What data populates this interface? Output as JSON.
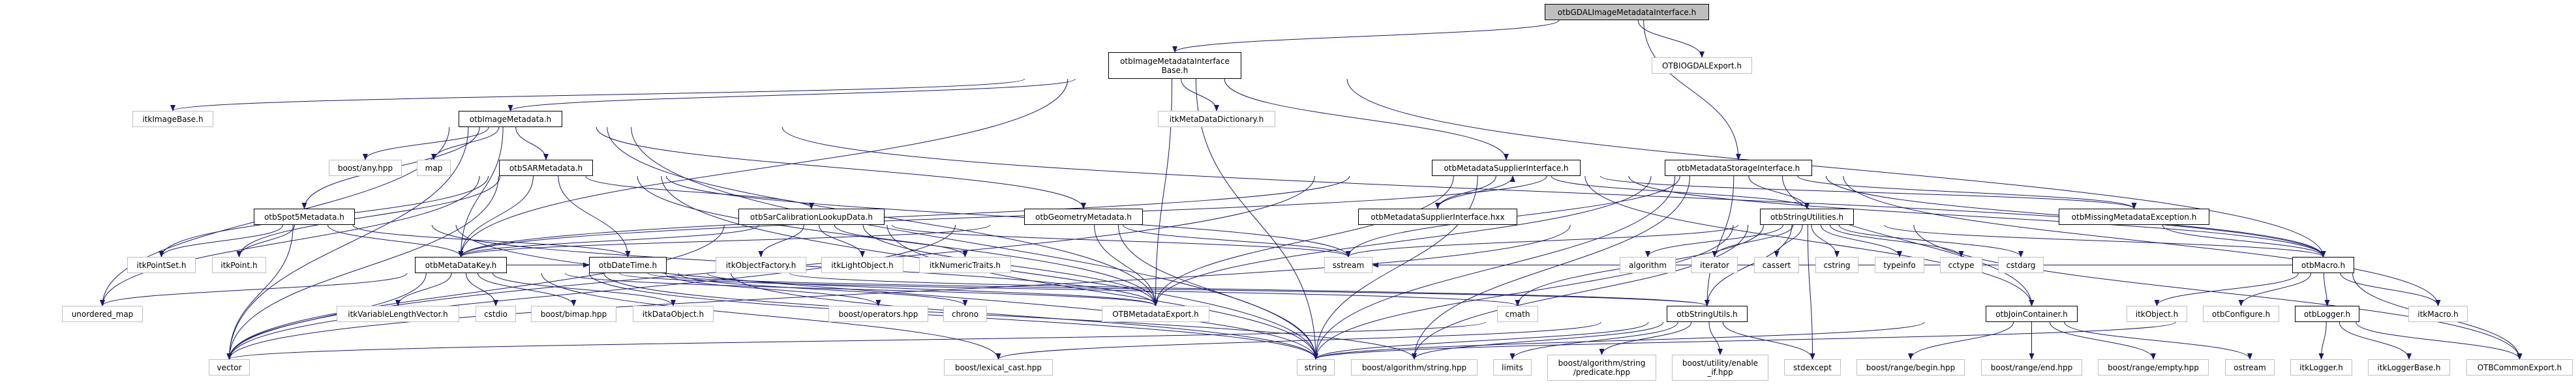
{
  "colors": {
    "edge": "#191970",
    "root_fill": "#bfbfbf",
    "internal_border": "#000000",
    "external_border": "#bfbfbf"
  },
  "nodes": [
    {
      "label": "otbGDALImageMetadataInterface.h",
      "kind": "root"
    },
    {
      "label": "otbImageMetadataInterface\nBase.h",
      "kind": "internal"
    },
    {
      "label": "OTBIOGDALExport.h",
      "kind": "external"
    },
    {
      "label": "otbMetadataStorageInterface.h",
      "kind": "internal"
    },
    {
      "label": "itkImageBase.h",
      "kind": "external"
    },
    {
      "label": "otbImageMetadata.h",
      "kind": "internal"
    },
    {
      "label": "itkMetaDataDictionary.h",
      "kind": "external"
    },
    {
      "label": "otbMetadataSupplierInterface.h",
      "kind": "internal"
    },
    {
      "label": "boost/any.hpp",
      "kind": "external"
    },
    {
      "label": "map",
      "kind": "external"
    },
    {
      "label": "otbSARMetadata.h",
      "kind": "internal"
    },
    {
      "label": "otbSpot5Metadata.h",
      "kind": "internal"
    },
    {
      "label": "otbSarCalibrationLookupData.h",
      "kind": "internal"
    },
    {
      "label": "otbGeometryMetadata.h",
      "kind": "internal"
    },
    {
      "label": "otbMetadataSupplierInterface.hxx",
      "kind": "internal"
    },
    {
      "label": "otbStringUtilities.h",
      "kind": "internal"
    },
    {
      "label": "otbMissingMetadataException.h",
      "kind": "internal"
    },
    {
      "label": "itkPointSet.h",
      "kind": "external"
    },
    {
      "label": "itkPoint.h",
      "kind": "external"
    },
    {
      "label": "otbMetaDataKey.h",
      "kind": "internal"
    },
    {
      "label": "otbDateTime.h",
      "kind": "internal"
    },
    {
      "label": "itkObjectFactory.h",
      "kind": "external"
    },
    {
      "label": "itkLightObject.h",
      "kind": "external"
    },
    {
      "label": "itkNumericTraits.h",
      "kind": "external"
    },
    {
      "label": "sstream",
      "kind": "external"
    },
    {
      "label": "algorithm",
      "kind": "external"
    },
    {
      "label": "iterator",
      "kind": "external"
    },
    {
      "label": "cassert",
      "kind": "external"
    },
    {
      "label": "cstring",
      "kind": "external"
    },
    {
      "label": "typeinfo",
      "kind": "external"
    },
    {
      "label": "cctype",
      "kind": "external"
    },
    {
      "label": "cstdarg",
      "kind": "external"
    },
    {
      "label": "otbMacro.h",
      "kind": "internal"
    },
    {
      "label": "unordered_map",
      "kind": "external"
    },
    {
      "label": "itkVariableLengthVector.h",
      "kind": "external"
    },
    {
      "label": "cstdio",
      "kind": "external"
    },
    {
      "label": "boost/bimap.hpp",
      "kind": "external"
    },
    {
      "label": "itkDataObject.h",
      "kind": "external"
    },
    {
      "label": "boost/operators.hpp",
      "kind": "external"
    },
    {
      "label": "chrono",
      "kind": "external"
    },
    {
      "label": "OTBMetadataExport.h",
      "kind": "external"
    },
    {
      "label": "cmath",
      "kind": "external"
    },
    {
      "label": "otbStringUtils.h",
      "kind": "internal"
    },
    {
      "label": "otbJoinContainer.h",
      "kind": "internal"
    },
    {
      "label": "itkObject.h",
      "kind": "external"
    },
    {
      "label": "otbConfigure.h",
      "kind": "external"
    },
    {
      "label": "otbLogger.h",
      "kind": "internal"
    },
    {
      "label": "itkMacro.h",
      "kind": "external"
    },
    {
      "label": "vector",
      "kind": "external"
    },
    {
      "label": "boost/lexical_cast.hpp",
      "kind": "external"
    },
    {
      "label": "string",
      "kind": "external"
    },
    {
      "label": "boost/algorithm/string.hpp",
      "kind": "external"
    },
    {
      "label": "limits",
      "kind": "external"
    },
    {
      "label": "boost/algorithm/string\n/predicate.hpp",
      "kind": "external"
    },
    {
      "label": "boost/utility/enable\n_if.hpp",
      "kind": "external"
    },
    {
      "label": "stdexcept",
      "kind": "external"
    },
    {
      "label": "boost/range/begin.hpp",
      "kind": "external"
    },
    {
      "label": "boost/range/end.hpp",
      "kind": "external"
    },
    {
      "label": "boost/range/empty.hpp",
      "kind": "external"
    },
    {
      "label": "ostream",
      "kind": "external"
    },
    {
      "label": "itkLogger.h",
      "kind": "external"
    },
    {
      "label": "itkLoggerBase.h",
      "kind": "external"
    },
    {
      "label": "OTBCommonExport.h",
      "kind": "external"
    }
  ],
  "edges": [
    [
      0,
      1
    ],
    [
      0,
      2
    ],
    [
      0,
      3
    ],
    [
      1,
      4
    ],
    [
      1,
      5
    ],
    [
      1,
      6
    ],
    [
      1,
      40
    ],
    [
      1,
      7
    ],
    [
      1,
      50
    ],
    [
      1,
      32
    ],
    [
      1,
      19
    ],
    [
      5,
      8
    ],
    [
      5,
      9
    ],
    [
      5,
      10
    ],
    [
      5,
      11
    ],
    [
      5,
      13
    ],
    [
      5,
      19
    ],
    [
      5,
      33
    ],
    [
      5,
      48
    ],
    [
      5,
      50
    ],
    [
      5,
      40
    ],
    [
      5,
      32
    ],
    [
      10,
      19
    ],
    [
      10,
      20
    ],
    [
      10,
      12
    ],
    [
      10,
      17
    ],
    [
      10,
      18
    ],
    [
      10,
      48
    ],
    [
      10,
      50
    ],
    [
      10,
      24
    ],
    [
      10,
      40
    ],
    [
      10,
      33
    ],
    [
      11,
      17
    ],
    [
      11,
      18
    ],
    [
      11,
      19
    ],
    [
      11,
      48
    ],
    [
      11,
      50
    ],
    [
      11,
      20
    ],
    [
      11,
      40
    ],
    [
      12,
      21
    ],
    [
      12,
      22
    ],
    [
      12,
      23
    ],
    [
      12,
      40
    ],
    [
      12,
      24
    ],
    [
      12,
      19
    ],
    [
      12,
      48
    ],
    [
      12,
      50
    ],
    [
      13,
      40
    ],
    [
      13,
      50
    ],
    [
      13,
      24
    ],
    [
      13,
      19
    ],
    [
      13,
      48
    ],
    [
      19,
      34
    ],
    [
      19,
      35
    ],
    [
      19,
      36
    ],
    [
      19,
      37
    ],
    [
      19,
      40
    ],
    [
      19,
      33
    ],
    [
      19,
      48
    ],
    [
      19,
      50
    ],
    [
      19,
      49
    ],
    [
      19,
      42
    ],
    [
      19,
      41
    ],
    [
      19,
      51
    ],
    [
      19,
      20
    ],
    [
      20,
      38
    ],
    [
      20,
      39
    ],
    [
      20,
      40
    ],
    [
      20,
      50
    ],
    [
      20,
      42
    ],
    [
      7,
      14
    ],
    [
      7,
      15
    ],
    [
      7,
      50
    ],
    [
      7,
      40
    ],
    [
      7,
      19
    ],
    [
      7,
      32
    ],
    [
      7,
      16
    ],
    [
      7,
      43
    ],
    [
      7,
      48
    ],
    [
      14,
      7
    ],
    [
      3,
      15
    ],
    [
      3,
      32
    ],
    [
      3,
      50
    ],
    [
      3,
      24
    ],
    [
      3,
      40
    ],
    [
      3,
      47
    ],
    [
      3,
      19
    ],
    [
      3,
      51
    ],
    [
      3,
      42
    ],
    [
      3,
      16
    ],
    [
      3,
      43
    ],
    [
      15,
      25
    ],
    [
      15,
      26
    ],
    [
      15,
      27
    ],
    [
      15,
      28
    ],
    [
      15,
      29
    ],
    [
      15,
      30
    ],
    [
      15,
      31
    ],
    [
      15,
      50
    ],
    [
      15,
      48
    ],
    [
      15,
      24
    ],
    [
      15,
      41
    ],
    [
      15,
      51
    ],
    [
      15,
      55
    ],
    [
      15,
      62
    ],
    [
      15,
      32
    ],
    [
      15,
      42
    ],
    [
      16,
      32
    ],
    [
      32,
      47
    ],
    [
      32,
      44
    ],
    [
      32,
      45
    ],
    [
      32,
      46
    ],
    [
      32,
      24
    ],
    [
      32,
      62
    ],
    [
      46,
      60
    ],
    [
      46,
      61
    ],
    [
      46,
      62
    ],
    [
      46,
      50
    ],
    [
      42,
      53
    ],
    [
      42,
      54
    ],
    [
      42,
      55
    ],
    [
      42,
      52
    ],
    [
      42,
      48
    ],
    [
      42,
      50
    ],
    [
      42,
      51
    ],
    [
      42,
      49
    ],
    [
      43,
      56
    ],
    [
      43,
      57
    ],
    [
      43,
      58
    ],
    [
      43,
      59
    ],
    [
      43,
      50
    ]
  ]
}
